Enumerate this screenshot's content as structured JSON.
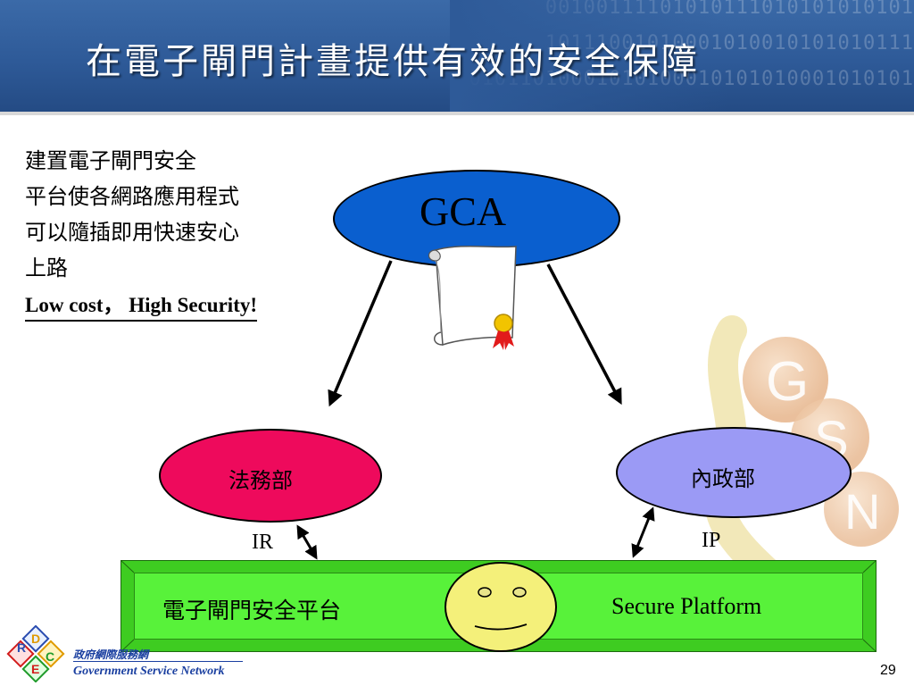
{
  "slide": {
    "title": "在電子閘門計畫提供有效的安全保障",
    "header_binary": [
      "00100111101010111010101010101",
      "10111001010001010010101010111",
      "01011010001010100010101010001010101"
    ],
    "description_lines": [
      "建置電子閘門安全",
      "平台使各網路應用程式",
      "可以隨插即用快速安心",
      "上路"
    ],
    "slogan": "Low cost， High Security!",
    "watermark_letters": [
      "G",
      "S",
      "N"
    ]
  },
  "diagram": {
    "gca": {
      "label": "GCA",
      "color": "#0a5fcf"
    },
    "ministry_of_justice": {
      "label": "法務部",
      "color": "#ee0a5c"
    },
    "ministry_of_interior": {
      "label": "內政部",
      "color": "#9b9af5"
    },
    "ir_label": "IR",
    "ip_label": "IP",
    "platform": {
      "label_zh": "電子閘門安全平台",
      "label_en": "Secure Platform",
      "color": "#58f23a"
    },
    "certificate_icon": "certificate-scroll-icon",
    "smiley_icon": "smiley-face-icon"
  },
  "footer": {
    "logo_letters": [
      "R",
      "D",
      "E",
      "C"
    ],
    "org_zh": "政府網際服務網",
    "org_en": "Government Service Network",
    "page_number": "29"
  }
}
